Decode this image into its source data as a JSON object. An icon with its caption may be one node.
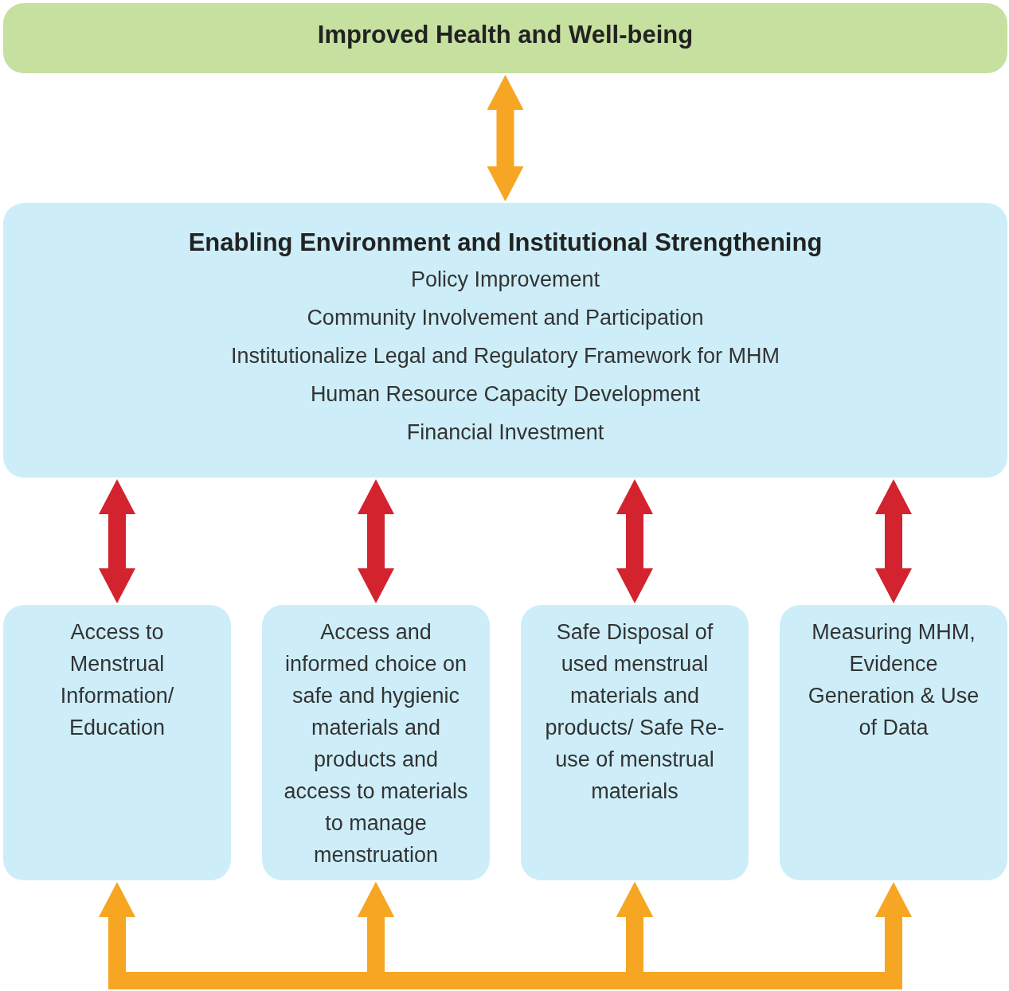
{
  "diagram": {
    "nodes": [
      {
        "text": [
          "Improved Health and Well-being"
        ]
      },
      {
        "text": [
          "Enabling Environment and Institutional Strengthening",
          "Policy Improvement",
          "Community Involvement and Participation",
          "Institutionalize Legal and Regulatory Framework for MHM",
          "Human Resource Capacity Development",
          "Financial Investment"
        ]
      },
      {
        "text": [
          "Access to Menstrual Information/ Education"
        ]
      },
      {
        "text": [
          "Access and informed choice on safe and hygienic materials and products and access to materials to manage menstruation"
        ]
      },
      {
        "text": [
          "Safe Disposal of used menstrual materials and products/ Safe Re-use of menstrual materials"
        ]
      },
      {
        "text": [
          "Measuring MHM, Evidence Generation & Use of Data"
        ]
      }
    ],
    "edges": [
      {
        "from": 0,
        "to": 1,
        "arrow": "both",
        "color": "#f6a623"
      },
      {
        "from": 1,
        "to": 2,
        "arrow": "both",
        "color": "#d2232e"
      },
      {
        "from": 1,
        "to": 3,
        "arrow": "both",
        "color": "#d2232e"
      },
      {
        "from": 1,
        "to": 4,
        "arrow": "both",
        "color": "#d2232e"
      },
      {
        "from": 1,
        "to": 5,
        "arrow": "both",
        "color": "#d2232e"
      },
      {
        "from": 2,
        "to": 3,
        "arrow": "both",
        "color": "#f6a623"
      },
      {
        "from": 3,
        "to": 4,
        "arrow": "both",
        "color": "#f6a623"
      },
      {
        "from": 4,
        "to": 5,
        "arrow": "both",
        "color": "#f6a623"
      }
    ]
  }
}
